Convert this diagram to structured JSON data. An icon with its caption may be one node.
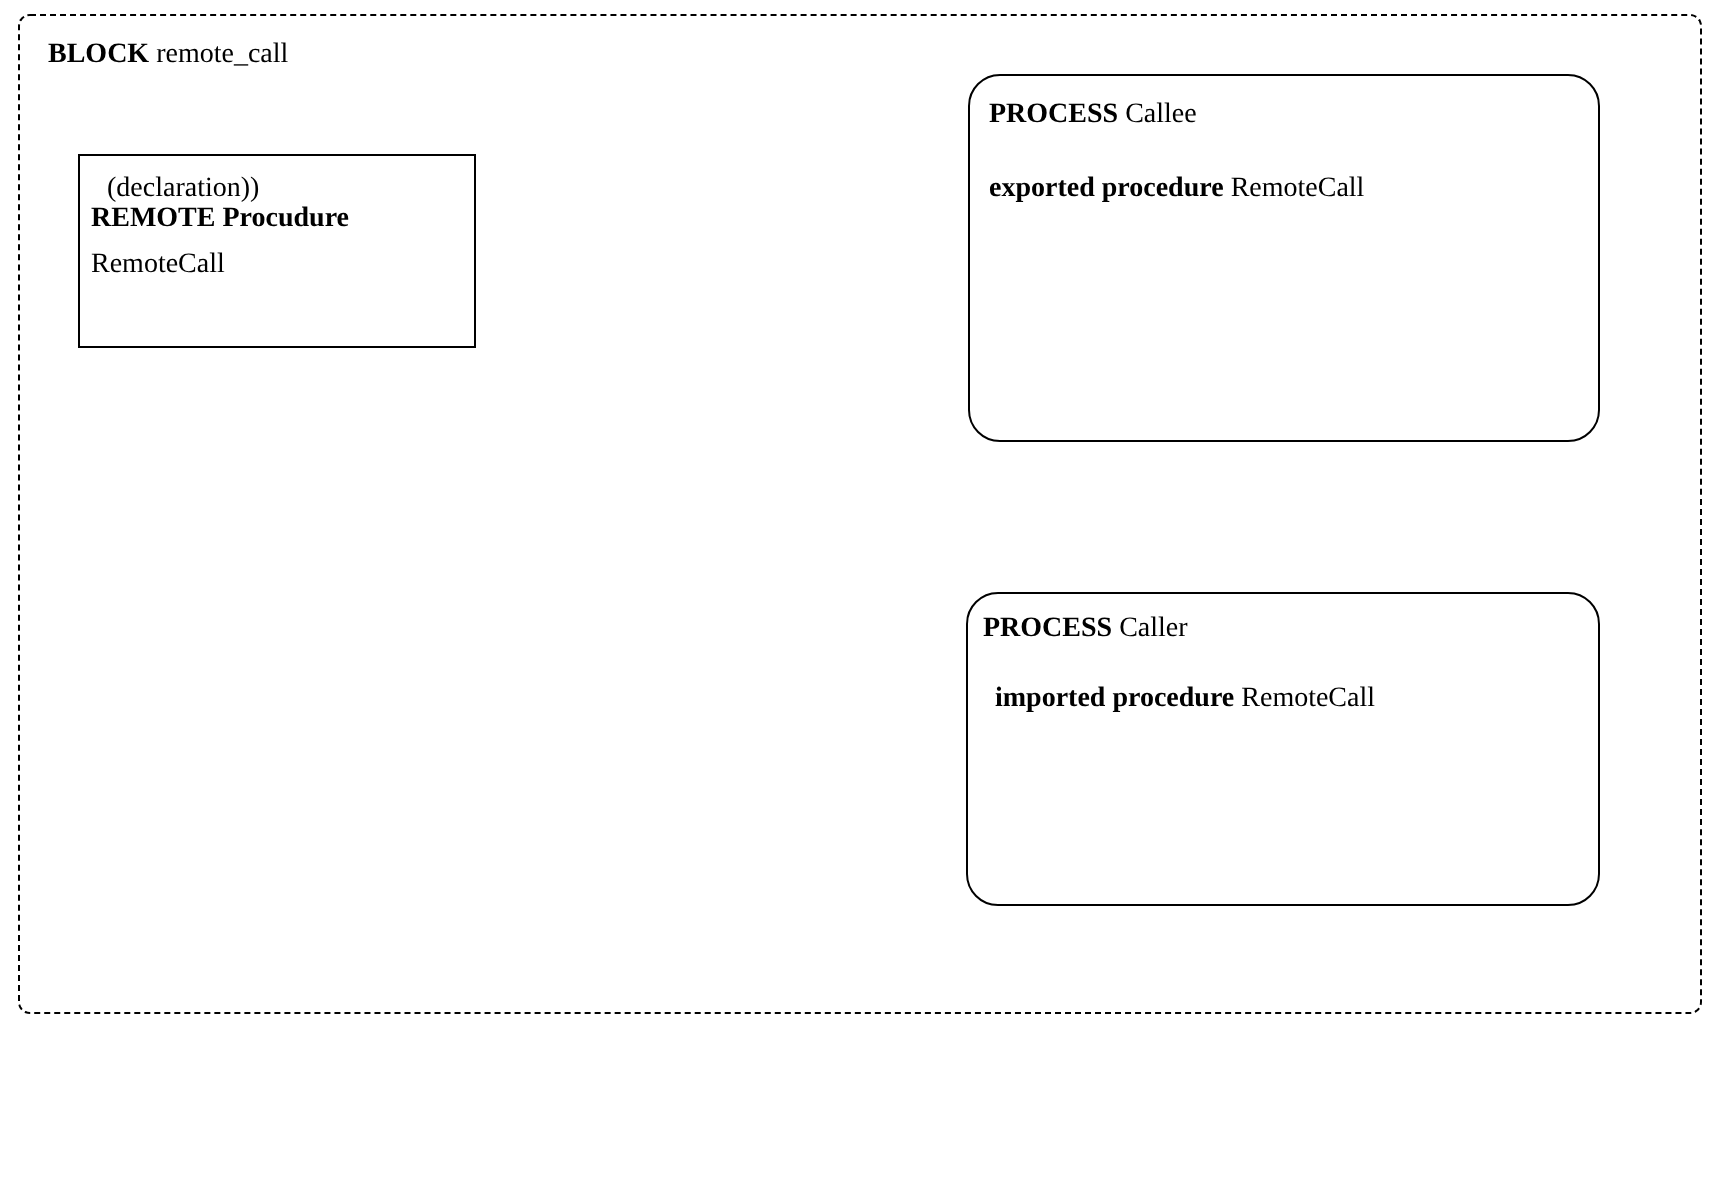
{
  "diagram": {
    "nodes": [
      {
        "text": [
          "**BLOCK** remote_call"
        ]
      },
      {
        "text": [
          "(declaration))",
          "REMOTE Procudure",
          "RemoteCall"
        ],
        "in": 0
      },
      {
        "text": [
          "**PROCESS** Callee",
          "**exported procedure** RemoteCall"
        ],
        "in": 0
      },
      {
        "text": [
          "**PROCESS** Caller",
          "**imported procedure** RemoteCall"
        ],
        "in": 0
      }
    ]
  }
}
